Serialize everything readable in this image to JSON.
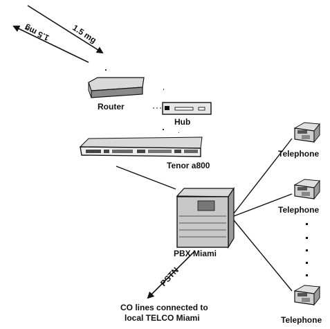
{
  "links": {
    "upper_rate": "1.5 mg",
    "lower_rate": "1.5 mg",
    "pstn": "PSTN"
  },
  "devices": {
    "router": "Router",
    "hub": "Hub",
    "tenor": "Tenor a800",
    "pbx": "PBX Miami"
  },
  "telephones": {
    "phone_1": "Telephone",
    "phone_2": "Telephone",
    "phone_3": "Telephone"
  },
  "co_lines": {
    "line_1": "CO lines connected to",
    "line_2": "local TELCO Miami"
  },
  "colors": {
    "ink": "#111111",
    "device_fill": "#d9d9d9",
    "device_dark": "#8a8a8a",
    "phone_fill": "#cfcfcf"
  }
}
